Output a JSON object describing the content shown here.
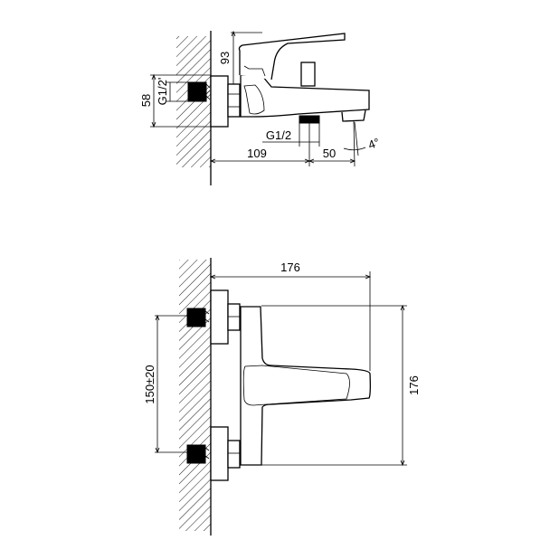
{
  "drawing": {
    "title": "Bath mixer technical drawing",
    "stroke_color": "#000000",
    "background": "#ffffff"
  },
  "side_view": {
    "dimensions": {
      "handle_height": "93",
      "mount_height": "58",
      "inlet_thread": "G1/2'",
      "outlet_thread": "G1/2",
      "wall_to_outlet": "109",
      "outlet_to_spout": "50",
      "spout_angle": "4°"
    }
  },
  "front_view": {
    "dimensions": {
      "overall_width": "176",
      "overall_height": "176",
      "inlet_spacing": "150±20"
    }
  }
}
